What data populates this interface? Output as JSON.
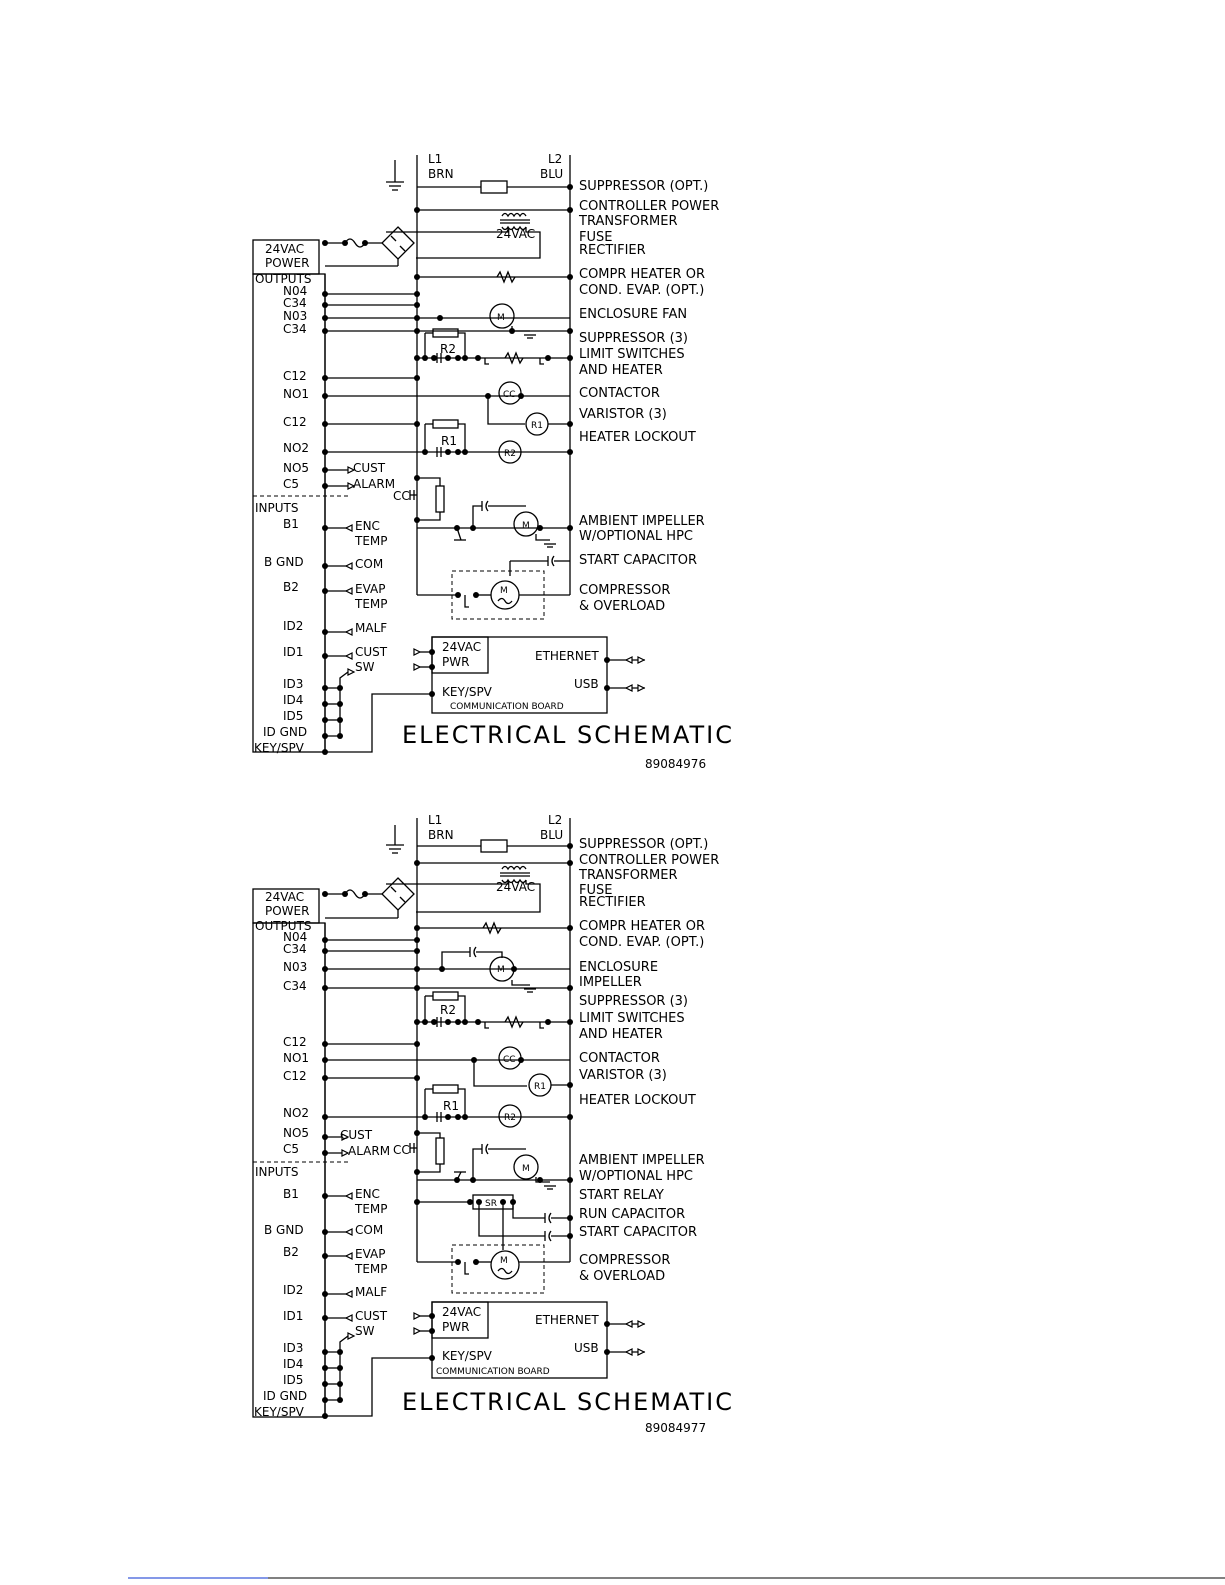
{
  "schematics": [
    {
      "bus_left": [
        "L1",
        "BRN"
      ],
      "bus_right": [
        "L2",
        "BLU"
      ],
      "transformer": "24VAC",
      "power_label": [
        "24VAC",
        "POWER"
      ],
      "outputs_header": "OUTPUTS",
      "inputs_header": "INPUTS",
      "left_terminals": [
        "N04",
        "C34",
        "N03",
        "C34",
        "C12",
        "NO1",
        "C12",
        "NO2",
        "NO5",
        "C5"
      ],
      "input_terminals": [
        "B1",
        "B GND",
        "B2",
        "ID2",
        "ID1",
        "ID3",
        "ID4",
        "ID5",
        "ID GND",
        "KEY/SPV"
      ],
      "input_signals": [
        "ENC",
        "TEMP",
        "COM",
        "EVAP",
        "TEMP",
        "MALF",
        "CUST",
        "SW"
      ],
      "alarm_labels": [
        "CUST",
        "ALARM"
      ],
      "cc_label": "CC",
      "component_tags": [
        "R2",
        "R1",
        "CC",
        "R1",
        "R2",
        "M",
        "M",
        "M"
      ],
      "component_labels": [
        "SUPPRESSOR (OPT.)",
        "CONTROLLER POWER",
        "TRANSFORMER",
        "FUSE",
        "RECTIFIER",
        "COMPR HEATER OR",
        "COND. EVAP. (OPT.)",
        "ENCLOSURE FAN",
        "SUPPRESSOR (3)",
        "LIMIT SWITCHES",
        "AND HEATER",
        "CONTACTOR",
        "VARISTOR (3)",
        "HEATER LOCKOUT",
        "AMBIENT IMPELLER",
        "W/OPTIONAL HPC",
        "START CAPACITOR",
        "COMPRESSOR",
        "& OVERLOAD"
      ],
      "comm_board": {
        "pwr": [
          "24VAC",
          "PWR"
        ],
        "ethernet": "ETHERNET",
        "usb": "USB",
        "key": "KEY/SPV",
        "name": "COMMUNICATION BOARD"
      },
      "title": "ELECTRICAL SCHEMATIC",
      "drawing_number": "89084976"
    },
    {
      "bus_left": [
        "L1",
        "BRN"
      ],
      "bus_right": [
        "L2",
        "BLU"
      ],
      "transformer": "24VAC",
      "power_label": [
        "24VAC",
        "POWER"
      ],
      "outputs_header": "OUTPUTS",
      "inputs_header": "INPUTS",
      "left_terminals": [
        "N04",
        "C34",
        "N03",
        "C34",
        "C12",
        "NO1",
        "C12",
        "NO2",
        "NO5",
        "C5"
      ],
      "input_terminals": [
        "B1",
        "B GND",
        "B2",
        "ID2",
        "ID1",
        "ID3",
        "ID4",
        "ID5",
        "ID GND",
        "KEY/SPV"
      ],
      "input_signals": [
        "ENC",
        "TEMP",
        "COM",
        "EVAP",
        "TEMP",
        "MALF",
        "CUST",
        "SW"
      ],
      "alarm_labels": [
        "CUST",
        "ALARM"
      ],
      "cc_label": "CC",
      "component_tags": [
        "R2",
        "R1",
        "CC",
        "R1",
        "R2",
        "M",
        "M",
        "M",
        "SR"
      ],
      "component_labels": [
        "SUPPRESSOR (OPT.)",
        "CONTROLLER POWER",
        "TRANSFORMER",
        "FUSE",
        "RECTIFIER",
        "COMPR HEATER OR",
        "COND. EVAP. (OPT.)",
        "ENCLOSURE",
        "IMPELLER",
        "SUPPRESSOR (3)",
        "LIMIT SWITCHES",
        "AND HEATER",
        "CONTACTOR",
        "VARISTOR (3)",
        "HEATER LOCKOUT",
        "AMBIENT IMPELLER",
        "W/OPTIONAL HPC",
        "START RELAY",
        "RUN CAPACITOR",
        "START CAPACITOR",
        "COMPRESSOR",
        "& OVERLOAD"
      ],
      "comm_board": {
        "pwr": [
          "24VAC",
          "PWR"
        ],
        "ethernet": "ETHERNET",
        "usb": "USB",
        "key": "KEY/SPV",
        "name": "COMMUNICATION BOARD"
      },
      "title": "ELECTRICAL SCHEMATIC",
      "drawing_number": "89084977"
    }
  ]
}
